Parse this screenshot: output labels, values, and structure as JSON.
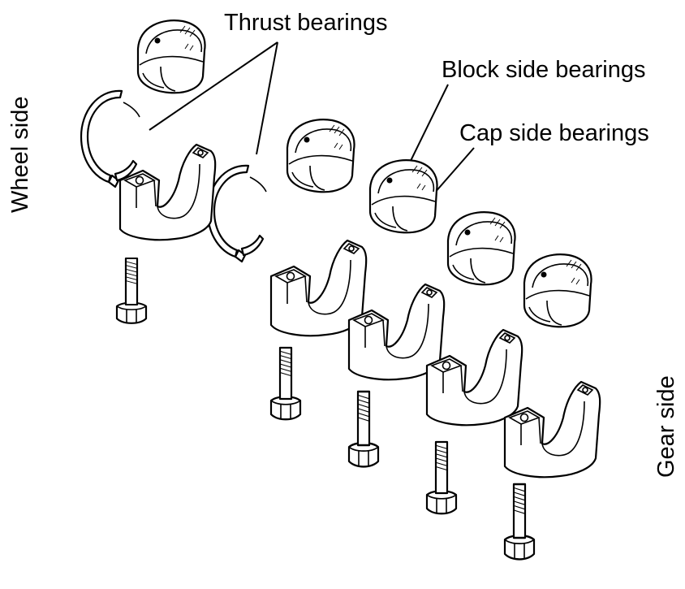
{
  "labels": {
    "thrust_bearings": "Thrust bearings",
    "block_side_bearings": "Block side bearings",
    "cap_side_bearings": "Cap side bearings",
    "wheel_side": "Wheel side",
    "gear_side": "Gear side"
  },
  "parts": {
    "bearing_shells": 5,
    "thrust_washer_pairs": 2,
    "bearing_caps": 5,
    "cap_bolts": 5
  }
}
